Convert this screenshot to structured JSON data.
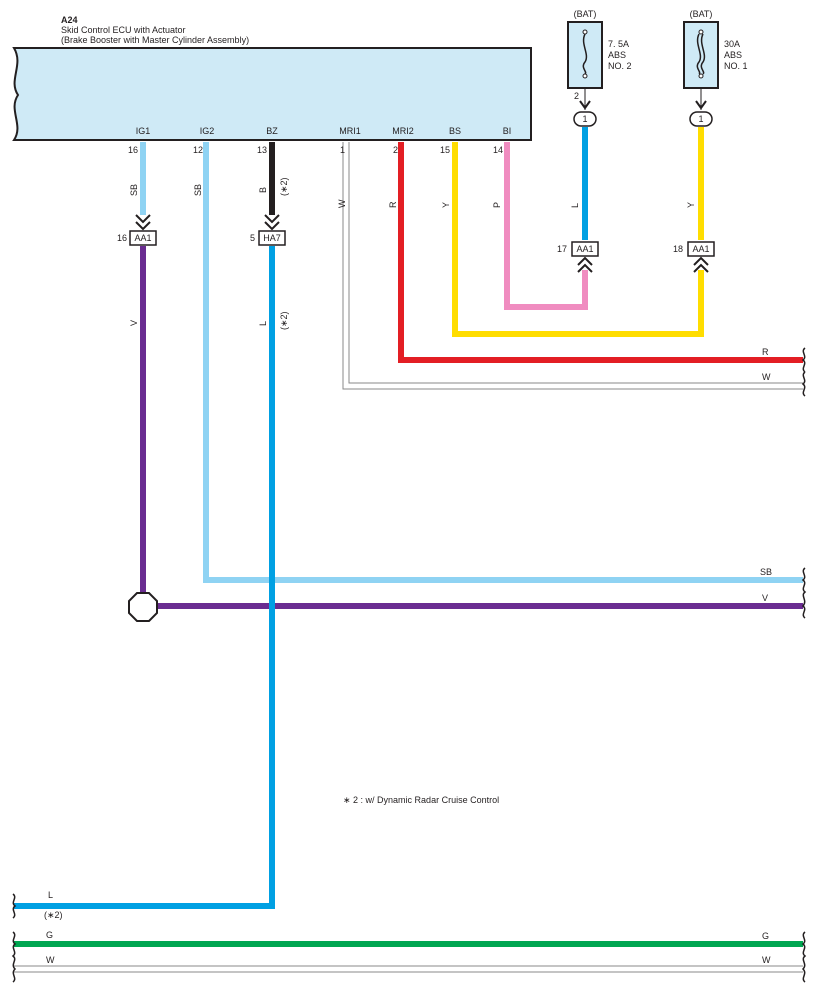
{
  "ecu": {
    "code": "A24",
    "name": "Skid Control ECU with Actuator",
    "subname": "(Brake Booster with Master Cylinder Assembly)",
    "pins": [
      {
        "label": "IG1",
        "num": "16"
      },
      {
        "label": "IG2",
        "num": "12"
      },
      {
        "label": "BZ",
        "num": "13"
      },
      {
        "label": "MRI1",
        "num": "1"
      },
      {
        "label": "MRI2",
        "num": "2"
      },
      {
        "label": "BS",
        "num": "15"
      },
      {
        "label": "BI",
        "num": "14"
      }
    ]
  },
  "fuses": [
    {
      "source": "(BAT)",
      "amp": "7. 5A",
      "line1": "ABS",
      "line2": "NO. 2",
      "pin": "2",
      "junction": "1"
    },
    {
      "source": "(BAT)",
      "amp": "30A",
      "line1": "ABS",
      "line2": "NO. 1",
      "junction": "1"
    }
  ],
  "connectors": [
    {
      "id": "AA1",
      "pin": "16"
    },
    {
      "id": "HA7",
      "pin": "5"
    },
    {
      "id": "AA1",
      "pin": "17"
    },
    {
      "id": "AA1",
      "pin": "18"
    }
  ],
  "wires": {
    "ig1_upper": "SB",
    "ig2": "SB",
    "bz_upper": "B",
    "bz_note": "(∗2)",
    "mri1": "W",
    "mri2": "R",
    "bs": "Y",
    "bi": "P",
    "fuse1": "L",
    "fuse2": "Y",
    "ig1_lower": "V",
    "bz_lower": "L",
    "bz_lower_note": "(∗2)"
  },
  "right_edge": {
    "r": "R",
    "w_top": "W",
    "sb": "SB",
    "v": "V",
    "g": "G",
    "w_bottom": "W"
  },
  "left_edge": {
    "l": "L",
    "l_note": "(∗2)",
    "g": "G",
    "w": "W"
  },
  "footnote": "∗ 2 : w/ Dynamic Radar Cruise Control",
  "colors": {
    "SB": "#8fd3f3",
    "B": "#231f20",
    "W": "#8a8a8a",
    "R": "#e31e24",
    "Y": "#ffdd00",
    "P": "#f08cc0",
    "L": "#00a0e3",
    "V": "#6a2c91",
    "G": "#00a651",
    "ecu_fill": "#cfeaf6"
  }
}
